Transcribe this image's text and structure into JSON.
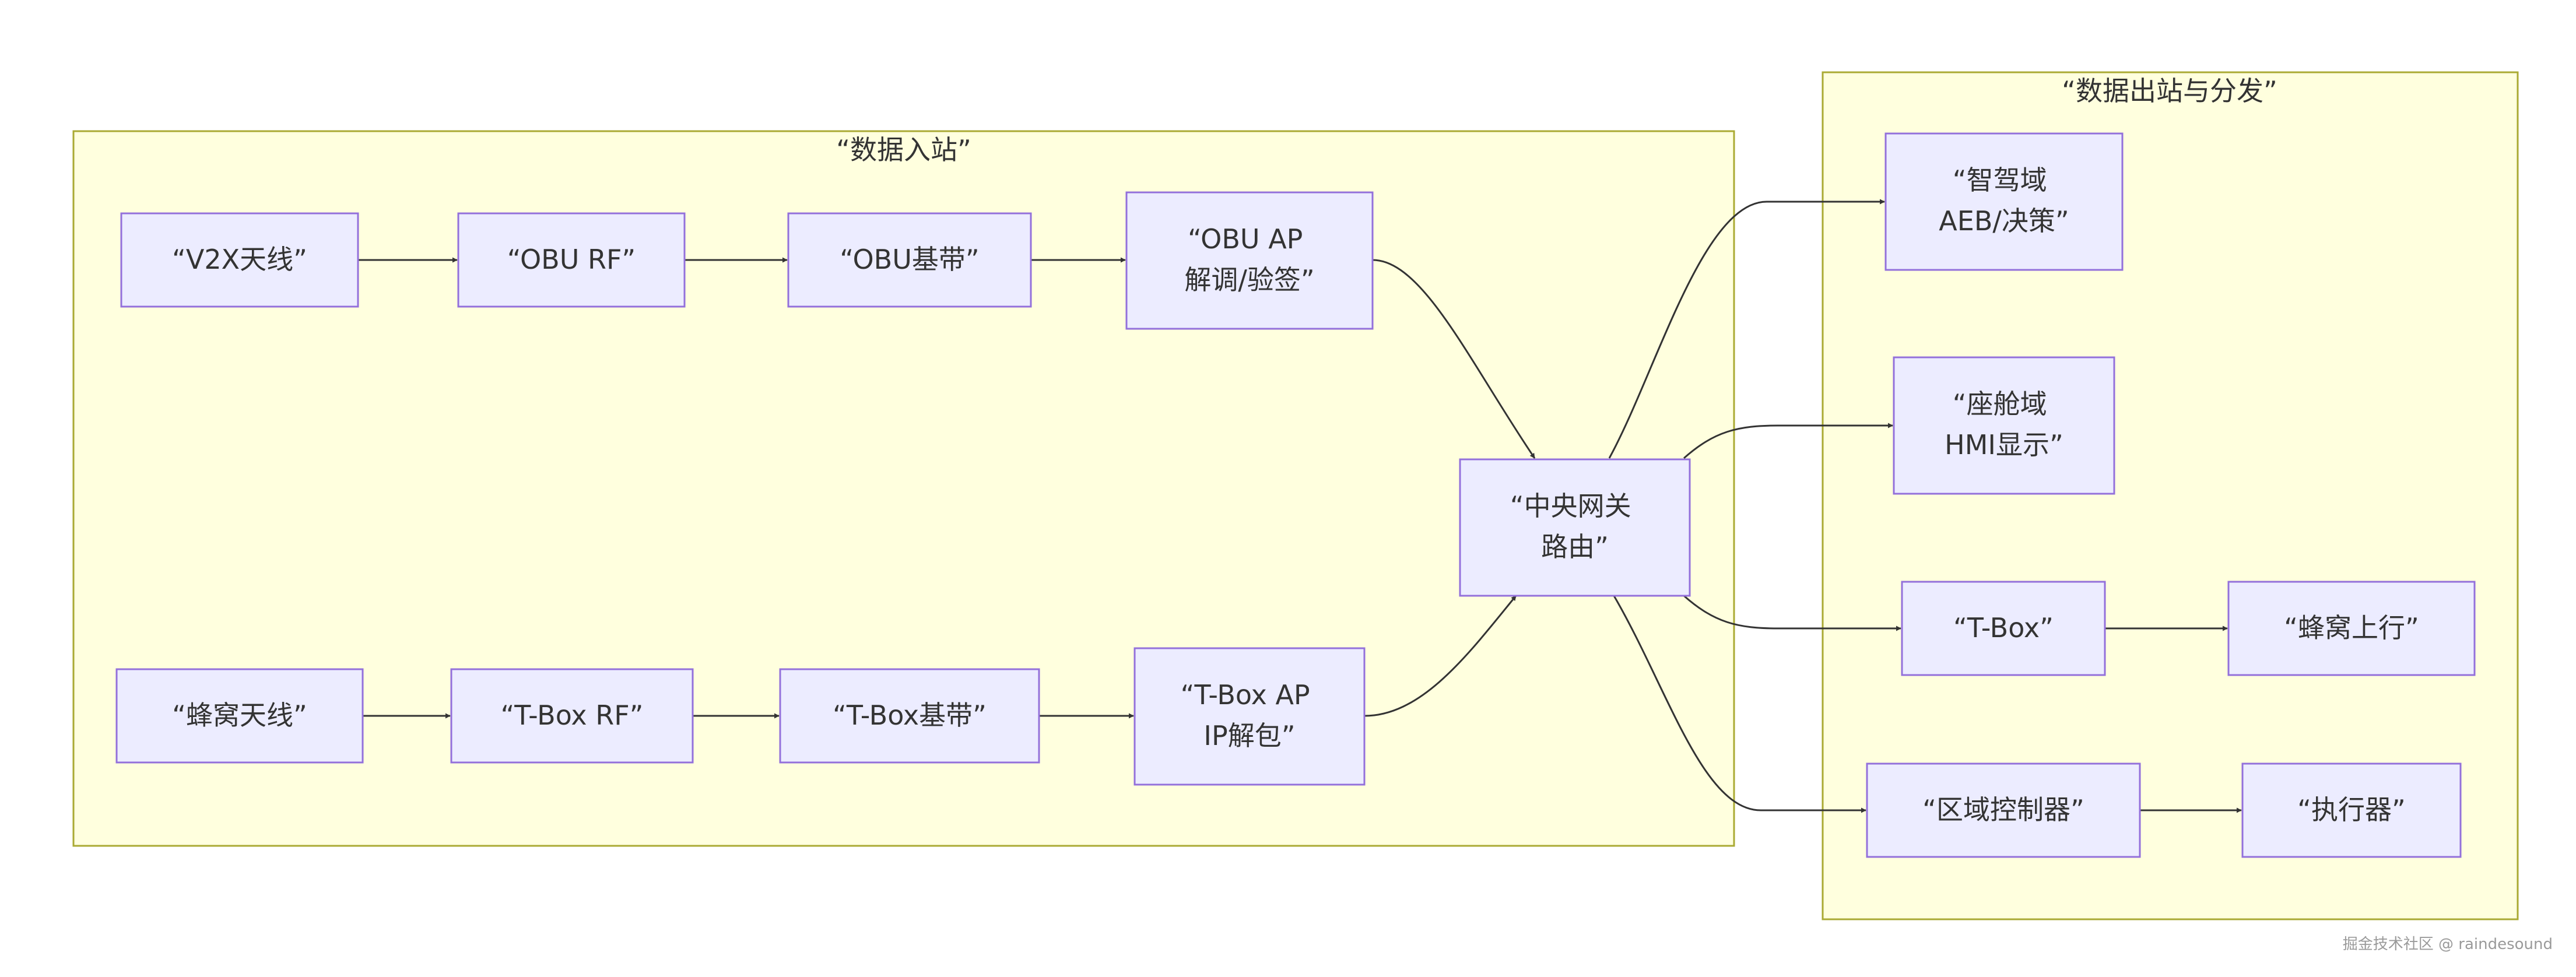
{
  "clusters": {
    "inbound": {
      "title": "“数据入站”"
    },
    "outbound": {
      "title": "“数据出站与分发”"
    }
  },
  "nodes": {
    "v2x_antenna": {
      "lines": [
        "“V2X天线”"
      ]
    },
    "obu_rf": {
      "lines": [
        "“OBU RF”"
      ]
    },
    "obu_baseband": {
      "lines": [
        "“OBU基带”"
      ]
    },
    "obu_ap": {
      "lines": [
        "“OBU AP",
        "解调/验签”"
      ]
    },
    "cell_antenna": {
      "lines": [
        "“蜂窝天线”"
      ]
    },
    "tbox_rf": {
      "lines": [
        "“T-Box RF”"
      ]
    },
    "tbox_baseband": {
      "lines": [
        "“T-Box基带”"
      ]
    },
    "tbox_ap": {
      "lines": [
        "“T-Box AP",
        "IP解包”"
      ]
    },
    "central_gateway": {
      "lines": [
        "“中央网关",
        "路由”"
      ]
    },
    "adas_domain": {
      "lines": [
        "“智驾域",
        "AEB/决策”"
      ]
    },
    "cockpit_domain": {
      "lines": [
        "“座舱域",
        "HMI显示”"
      ]
    },
    "tbox": {
      "lines": [
        "“T-Box”"
      ]
    },
    "cellular_uplink": {
      "lines": [
        "“蜂窝上行”"
      ]
    },
    "zone_controller": {
      "lines": [
        "“区域控制器”"
      ]
    },
    "actuator": {
      "lines": [
        "“执行器”"
      ]
    }
  },
  "edges": [
    {
      "from": "v2x_antenna",
      "to": "obu_rf"
    },
    {
      "from": "obu_rf",
      "to": "obu_baseband"
    },
    {
      "from": "obu_baseband",
      "to": "obu_ap"
    },
    {
      "from": "obu_ap",
      "to": "central_gateway"
    },
    {
      "from": "cell_antenna",
      "to": "tbox_rf"
    },
    {
      "from": "tbox_rf",
      "to": "tbox_baseband"
    },
    {
      "from": "tbox_baseband",
      "to": "tbox_ap"
    },
    {
      "from": "tbox_ap",
      "to": "central_gateway"
    },
    {
      "from": "central_gateway",
      "to": "adas_domain"
    },
    {
      "from": "central_gateway",
      "to": "cockpit_domain"
    },
    {
      "from": "central_gateway",
      "to": "tbox"
    },
    {
      "from": "central_gateway",
      "to": "zone_controller"
    },
    {
      "from": "tbox",
      "to": "cellular_uplink"
    },
    {
      "from": "zone_controller",
      "to": "actuator"
    }
  ],
  "watermark": "掘金技术社区 @ raindesound",
  "colors": {
    "cluster_fill": "#ffffde",
    "cluster_stroke": "#aaaa33",
    "node_fill": "#ececff",
    "node_stroke": "#9370db",
    "edge": "#333333",
    "text": "#333333"
  }
}
